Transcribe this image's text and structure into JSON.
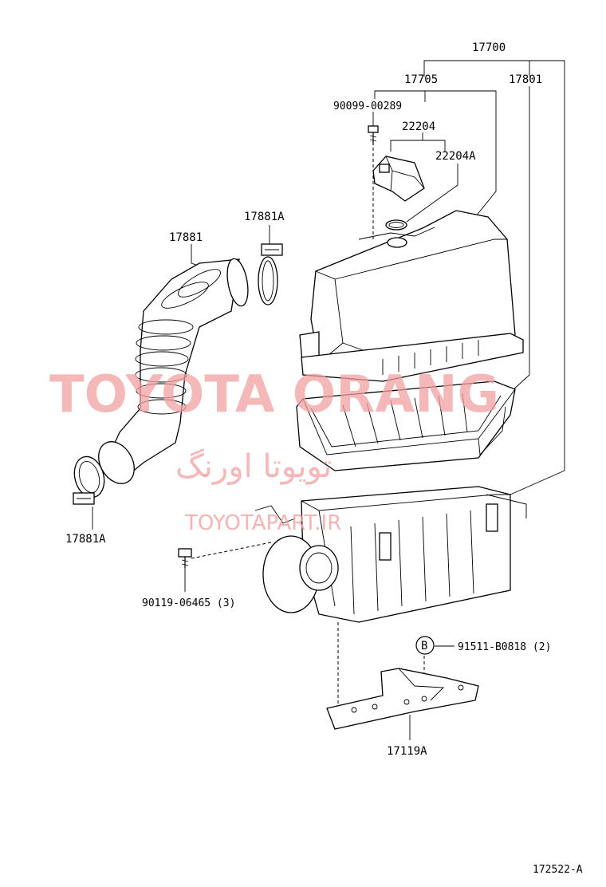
{
  "labels": {
    "p17700": "17700",
    "p17705": "17705",
    "p17801": "17801",
    "p90099": "90099-00289",
    "p22204": "22204",
    "p22204A": "22204A",
    "p17881A_top": "17881A",
    "p17881": "17881",
    "p17881A_bottom": "17881A",
    "p90119": "90119-06465 (3)",
    "b_marker": "B",
    "p91511": "91511-B0818 (2)",
    "p17119A": "17119A",
    "figure_id": "172522-A"
  },
  "watermark": {
    "brand": "TOYOTA ORANG",
    "persian": "تویوتا اورنگ",
    "url": "TOYOTAPART.IR",
    "color": "#f2a0a0"
  }
}
